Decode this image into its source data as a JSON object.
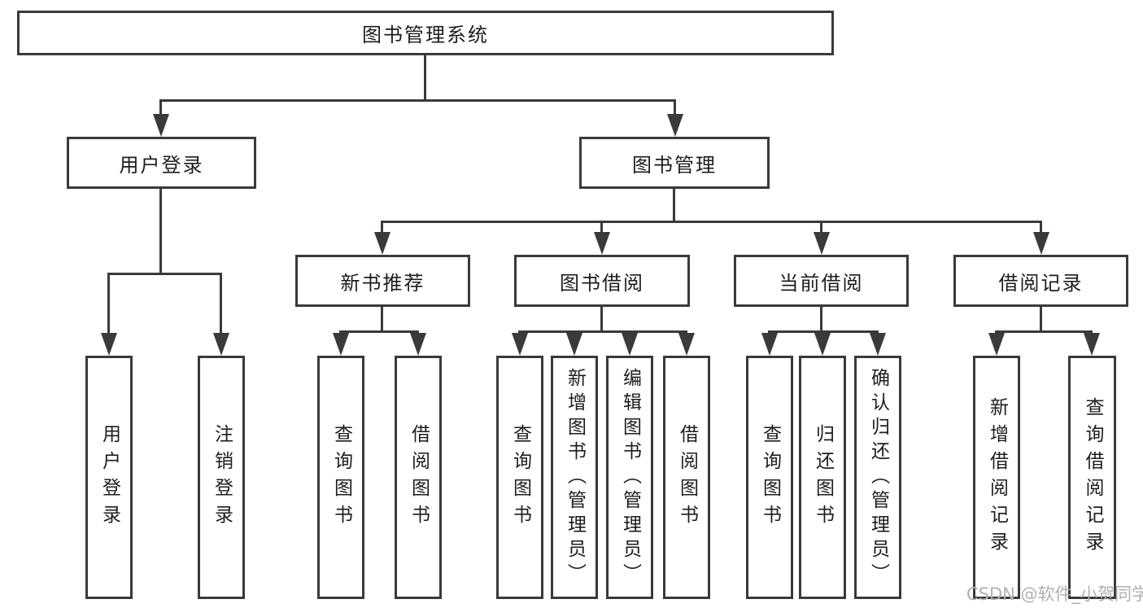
{
  "diagram": {
    "root": {
      "label": "图书管理系统"
    },
    "level2": [
      {
        "label": "用户登录"
      },
      {
        "label": "图书管理"
      }
    ],
    "level3": [
      {
        "label": "新书推荐"
      },
      {
        "label": "图书借阅"
      },
      {
        "label": "当前借阅"
      },
      {
        "label": "借阅记录"
      }
    ],
    "level4": [
      {
        "label": "用户登录"
      },
      {
        "label": "注销登录"
      },
      {
        "label": "查询图书"
      },
      {
        "label": "借阅图书"
      },
      {
        "label": "查询图书"
      },
      {
        "label": "新增图书（管理员）"
      },
      {
        "label": "编辑图书（管理员）"
      },
      {
        "label": "借阅图书"
      },
      {
        "label": "查询图书"
      },
      {
        "label": "归还图书"
      },
      {
        "label": "确认归还（管理员）"
      },
      {
        "label": "新增借阅记录"
      },
      {
        "label": "查询借阅记录"
      }
    ]
  },
  "watermark": {
    "text": "CSDN @软件_小贺同学"
  },
  "colors": {
    "line": "#3a3a3a",
    "text": "#1d1d1d",
    "background": "#ffffff",
    "watermark": "#b0b0b0"
  }
}
